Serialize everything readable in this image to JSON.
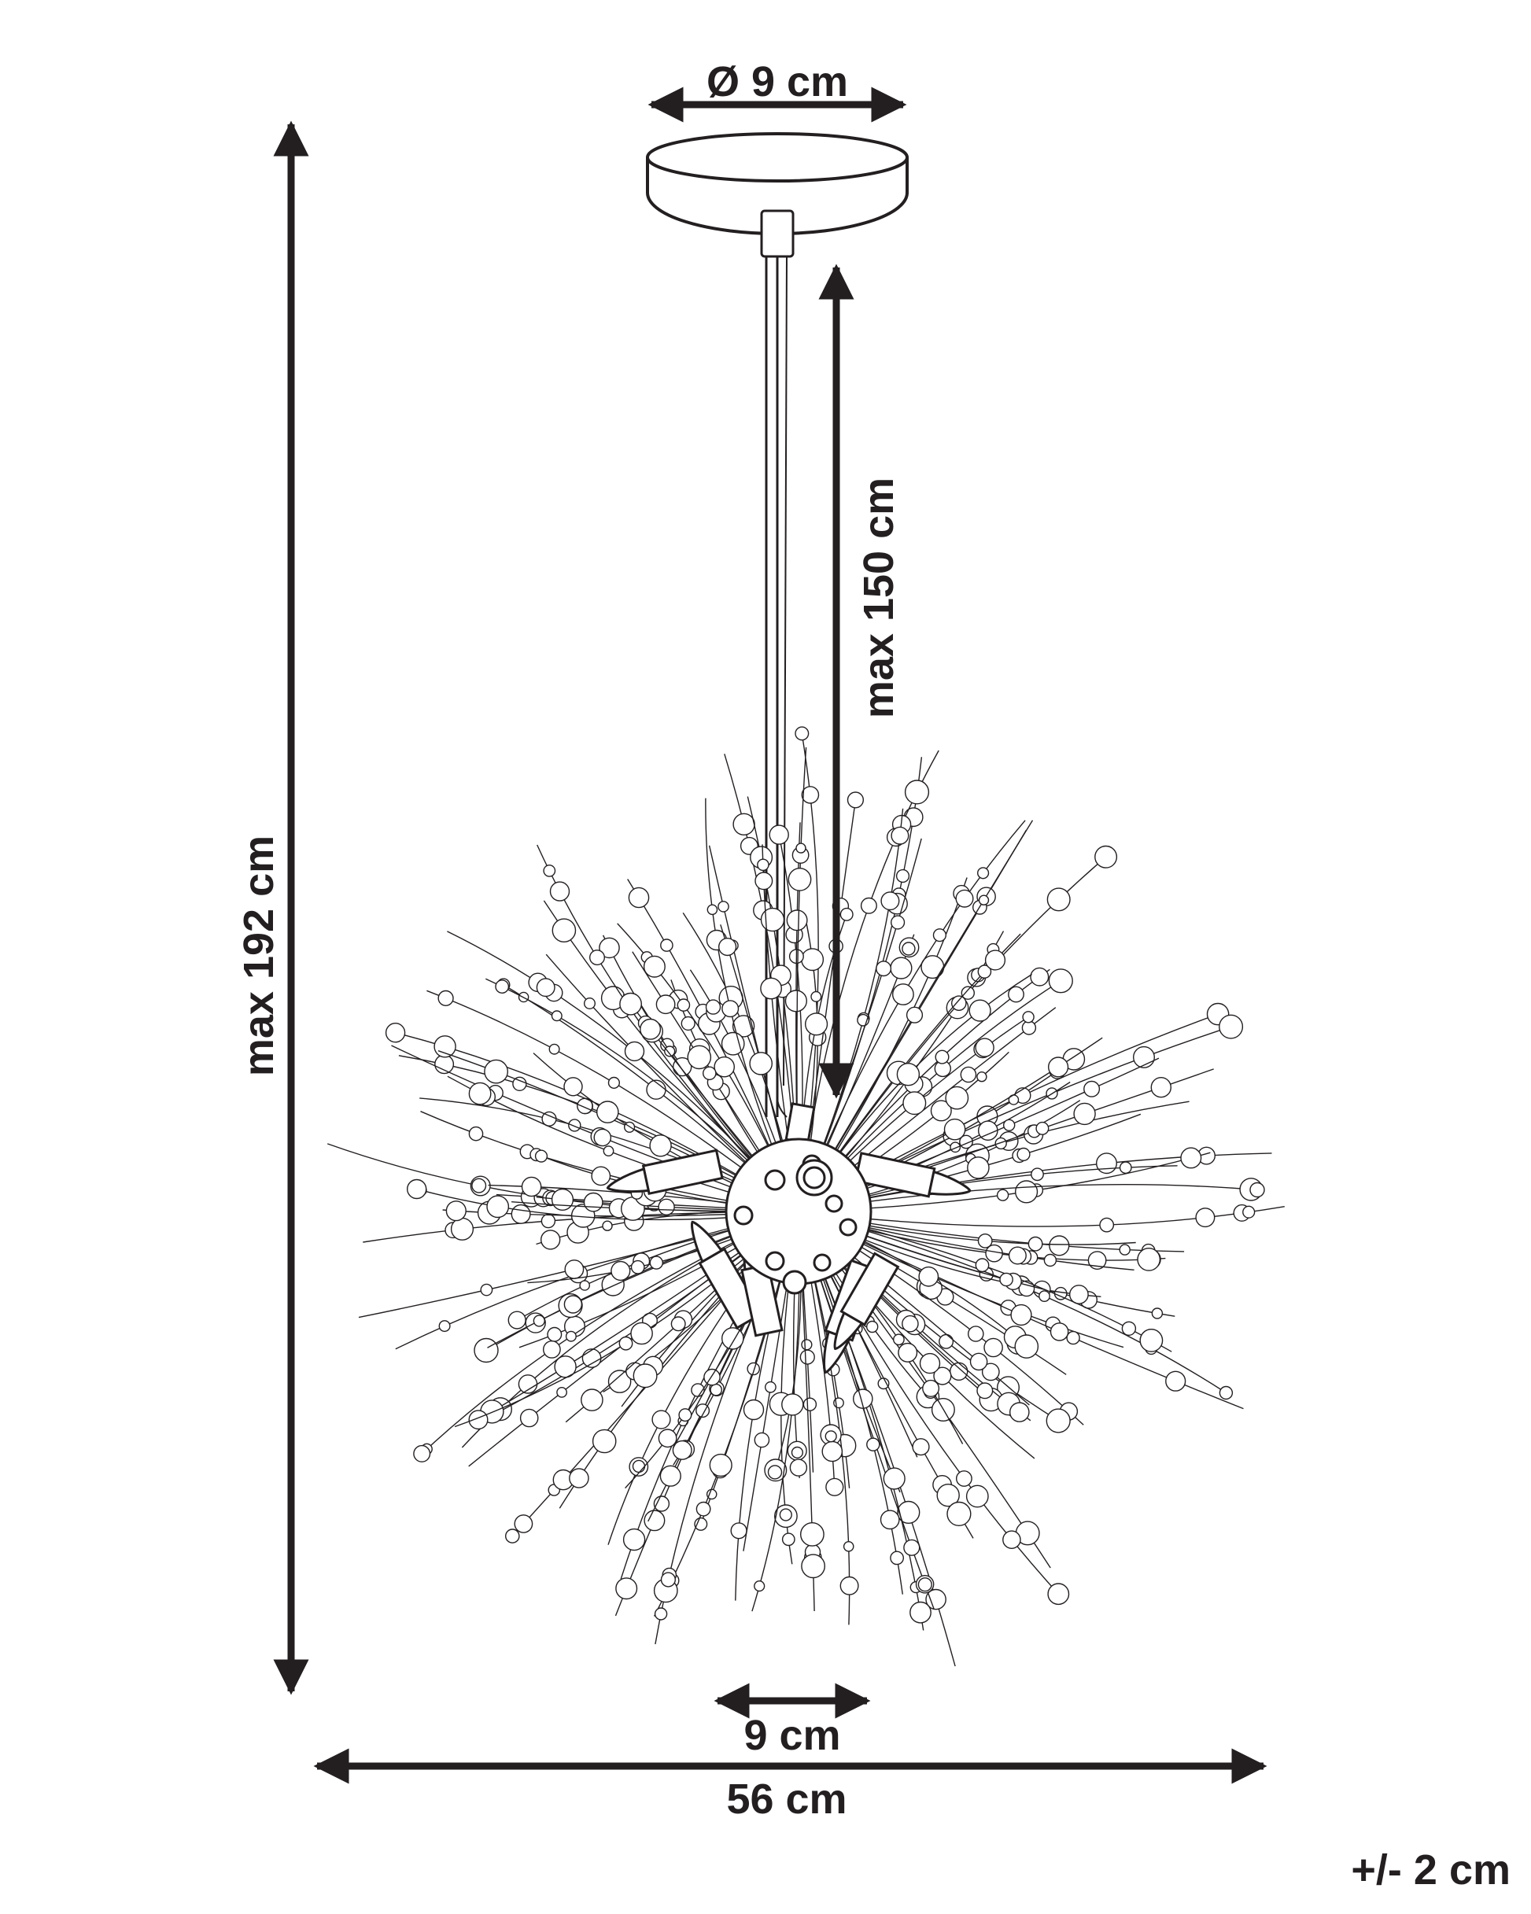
{
  "dimensions": {
    "canopy_diameter": "Ø 9 cm",
    "suspension_length": "max 150 cm",
    "total_height": "max 192 cm",
    "sphere_center_width": "9 cm",
    "total_width": "56 cm",
    "tolerance": "+/- 2 cm"
  },
  "colors": {
    "ink": "#231f20",
    "background": "#ffffff"
  }
}
